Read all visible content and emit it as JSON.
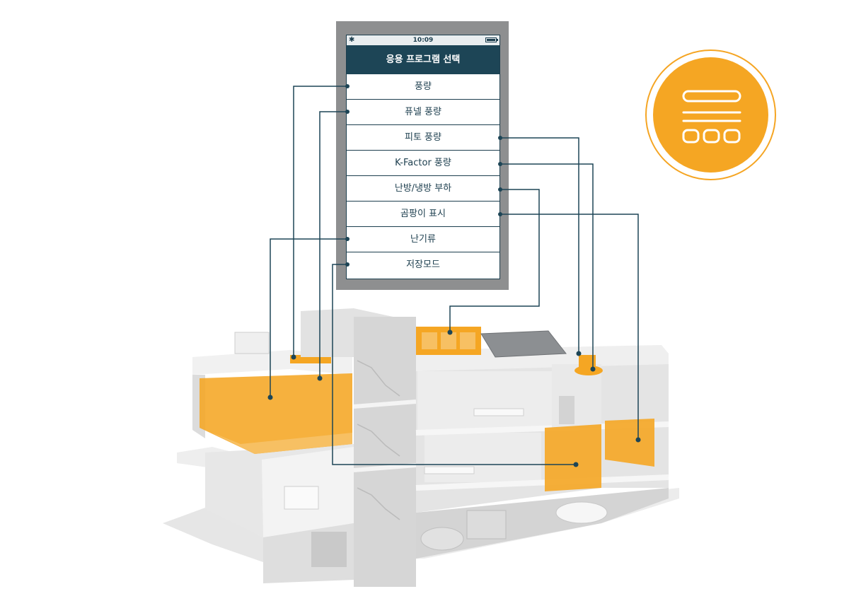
{
  "device": {
    "time": "10:09",
    "bluetooth_icon": "bluetooth-icon",
    "battery_icon": "battery-icon",
    "menu_title": "응용 프로그램 선택",
    "menu_items": [
      "풍량",
      "퓨넬 풍량",
      "피토 풍량",
      "K-Factor 풍량",
      "난방/냉방 부하",
      "곰팡이 표시",
      "난기류",
      "저장모드"
    ]
  },
  "badge": {
    "icon": "menu-layout-icon"
  },
  "colors": {
    "accent": "#f5a623",
    "navy": "#1d4556",
    "device_frame": "#8e8f90",
    "building_gray": "#e3e4e5"
  }
}
